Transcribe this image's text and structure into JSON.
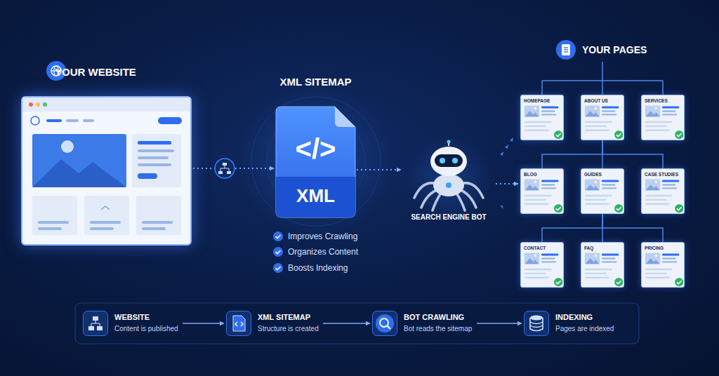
{
  "diagram": {
    "nodes": [
      {
        "text": [
          "YOUR WEBSITE"
        ]
      },
      {
        "text": [
          "XML SITEMAP",
          "</>",
          "XML"
        ]
      },
      {
        "text": [
          "SEARCH ENGINE BOT"
        ]
      },
      {
        "text": [
          "HOMEPAGE"
        ]
      },
      {
        "text": [
          "ABOUT US"
        ]
      },
      {
        "text": [
          "SERVICES"
        ]
      },
      {
        "text": [
          "BLOG"
        ]
      },
      {
        "text": [
          "GUIDES"
        ]
      },
      {
        "text": [
          "CASE STUDIES"
        ]
      },
      {
        "text": [
          "CONTACT"
        ]
      },
      {
        "text": [
          "FAQ"
        ]
      },
      {
        "text": [
          "PRICING"
        ]
      },
      {
        "text": [
          "WEBSITE",
          "Content is published"
        ]
      },
      {
        "text": [
          "XML SITEMAP",
          "Structure is created"
        ]
      },
      {
        "text": [
          "BOT CRAWLING",
          "Bot reads the sitemap"
        ]
      },
      {
        "text": [
          "INDEXING",
          "Pages are indexed"
        ]
      }
    ],
    "edges": [
      {
        "from": 0,
        "to": 1,
        "arrow": "to"
      },
      {
        "from": 1,
        "to": 2,
        "arrow": "to"
      },
      {
        "from": 2,
        "to": 6,
        "arrow": "to"
      },
      {
        "from": 4,
        "to": 6,
        "arrow": "none"
      },
      {
        "from": 4,
        "to": 7,
        "arrow": "none"
      },
      {
        "from": 4,
        "to": 8,
        "arrow": "none"
      },
      {
        "from": 7,
        "to": 9,
        "arrow": "none"
      },
      {
        "from": 7,
        "to": 10,
        "arrow": "none"
      },
      {
        "from": 7,
        "to": 11,
        "arrow": "none"
      },
      {
        "from": 12,
        "to": 13,
        "arrow": "to"
      },
      {
        "from": 13,
        "to": 14,
        "arrow": "to"
      },
      {
        "from": 14,
        "to": 15,
        "arrow": "to"
      }
    ],
    "labels": [
      "Improves Crawling",
      "Organizes Content",
      "Boosts Indexing",
      "YOUR PAGES"
    ]
  }
}
